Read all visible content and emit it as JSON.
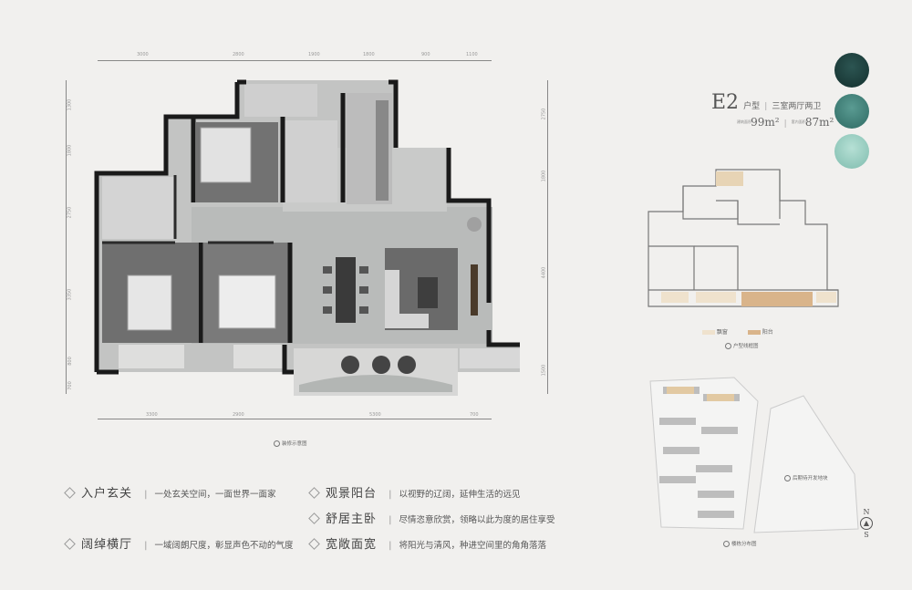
{
  "top_dims": [
    "3000",
    "2800",
    "1900",
    "1800",
    "900",
    "1100"
  ],
  "bottom_dims": [
    "3300",
    "2900",
    "5300",
    "700"
  ],
  "left_dims": [
    "1300",
    "1800",
    "2750",
    "3350",
    "800",
    "700"
  ],
  "right_dims": [
    "2750",
    "1800",
    "4400",
    "1500"
  ],
  "plan_caption": "装修示意图",
  "unit": {
    "code": "E2",
    "type_label": "户型",
    "layout": "三室两厅两卫",
    "area1_label": "建筑面积",
    "area1": "99m²",
    "area2_label": "套内面积",
    "area2": "87m²"
  },
  "swatch_colors": [
    "#1d3d3b",
    "#3a7a72",
    "#8fc6b8"
  ],
  "mini_legend": {
    "item1": "飘窗",
    "item2": "阳台"
  },
  "mini_caption": "户型线框图",
  "site": {
    "block_label": "后期待开发地块",
    "caption": "楼栋分布图",
    "north": "N",
    "south": "S"
  },
  "features": [
    {
      "title": "入户玄关",
      "desc": "一处玄关空间，一面世界一面家"
    },
    {
      "title": "观景阳台",
      "desc": "以视野的辽阔，延伸生活的远见"
    },
    {
      "title": "舒居主卧",
      "desc": "尽情恣意欣赏，领略以此为度的居住享受"
    },
    {
      "title": "阔绰横厅",
      "desc": "一域阔朗尺度，彰显声色不动的气度"
    },
    {
      "title": "宽敞面宽",
      "desc": "将阳光与清风，种进空间里的角角落落"
    }
  ],
  "colors": {
    "wall": "#1a1a1a",
    "floor": "#bfc0bf",
    "wood": "#6e6e6e",
    "bay_window": "#ecdcc6",
    "balcony": "#d8b590"
  }
}
